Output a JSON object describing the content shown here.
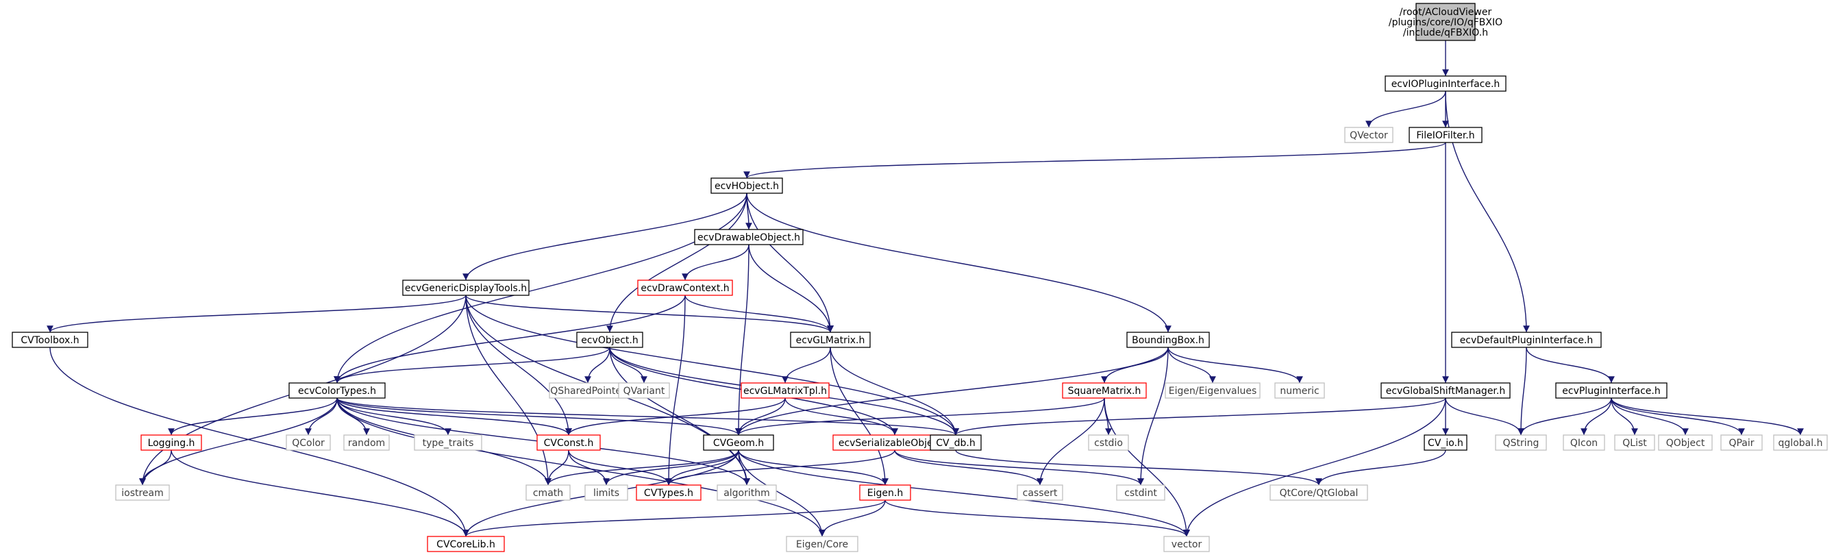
{
  "colors": {
    "edge": "#191970",
    "root_fill": "#bfbfbf",
    "red_border": "#ff0000",
    "gray_border": "#bfbfbf",
    "normal_border": "#000000"
  },
  "nodes": [
    {
      "id": "root",
      "lines": [
        "/root/ACloudViewer",
        "/plugins/core/IO/qFBXIO",
        "/include/qFBXIO.h"
      ],
      "style": "root"
    },
    {
      "id": "ecvIOPluginInterface",
      "lines": [
        "ecvIOPluginInterface.h"
      ],
      "style": "normal"
    },
    {
      "id": "QVector",
      "lines": [
        "QVector"
      ],
      "style": "gray"
    },
    {
      "id": "FileIOFilter",
      "lines": [
        "FileIOFilter.h"
      ],
      "style": "normal"
    },
    {
      "id": "ecvDefaultPluginInterface",
      "lines": [
        "ecvDefaultPluginInterface.h"
      ],
      "style": "normal"
    },
    {
      "id": "ecvHObject",
      "lines": [
        "ecvHObject.h"
      ],
      "style": "normal"
    },
    {
      "id": "ecvGlobalShiftManager",
      "lines": [
        "ecvGlobalShiftManager.h"
      ],
      "style": "normal"
    },
    {
      "id": "ecvDrawableObject",
      "lines": [
        "ecvDrawableObject.h"
      ],
      "style": "normal"
    },
    {
      "id": "ecvGenericDisplayTools",
      "lines": [
        "ecvGenericDisplayTools.h"
      ],
      "style": "normal"
    },
    {
      "id": "ecvDrawContext",
      "lines": [
        "ecvDrawContext.h"
      ],
      "style": "red"
    },
    {
      "id": "ecvObject",
      "lines": [
        "ecvObject.h"
      ],
      "style": "normal"
    },
    {
      "id": "ecvGLMatrix",
      "lines": [
        "ecvGLMatrix.h"
      ],
      "style": "normal"
    },
    {
      "id": "BoundingBox",
      "lines": [
        "BoundingBox.h"
      ],
      "style": "normal"
    },
    {
      "id": "CVToolbox",
      "lines": [
        "CVToolbox.h"
      ],
      "style": "normal"
    },
    {
      "id": "ecvColorTypes",
      "lines": [
        "ecvColorTypes.h"
      ],
      "style": "normal"
    },
    {
      "id": "QSharedPointer",
      "lines": [
        "QSharedPointer"
      ],
      "style": "gray"
    },
    {
      "id": "QVariant",
      "lines": [
        "QVariant"
      ],
      "style": "gray"
    },
    {
      "id": "ecvGLMatrixTpl",
      "lines": [
        "ecvGLMatrixTpl.h"
      ],
      "style": "red"
    },
    {
      "id": "SquareMatrix",
      "lines": [
        "SquareMatrix.h"
      ],
      "style": "red"
    },
    {
      "id": "EigenEigenvalues",
      "lines": [
        "Eigen/Eigenvalues"
      ],
      "style": "gray"
    },
    {
      "id": "numeric",
      "lines": [
        "numeric"
      ],
      "style": "gray"
    },
    {
      "id": "ecvPluginInterface",
      "lines": [
        "ecvPluginInterface.h"
      ],
      "style": "normal"
    },
    {
      "id": "Logging",
      "lines": [
        "Logging.h"
      ],
      "style": "red"
    },
    {
      "id": "QColor",
      "lines": [
        "QColor"
      ],
      "style": "gray"
    },
    {
      "id": "random",
      "lines": [
        "random"
      ],
      "style": "gray"
    },
    {
      "id": "type_traits",
      "lines": [
        "type_traits"
      ],
      "style": "gray"
    },
    {
      "id": "CVConst",
      "lines": [
        "CVConst.h"
      ],
      "style": "red"
    },
    {
      "id": "CVGeom",
      "lines": [
        "CVGeom.h"
      ],
      "style": "normal"
    },
    {
      "id": "ecvSerializableObject",
      "lines": [
        "ecvSerializableObject.h"
      ],
      "style": "red"
    },
    {
      "id": "CV_db",
      "lines": [
        "CV_db.h"
      ],
      "style": "normal"
    },
    {
      "id": "cstdio",
      "lines": [
        "cstdio"
      ],
      "style": "gray"
    },
    {
      "id": "CV_io",
      "lines": [
        "CV_io.h"
      ],
      "style": "normal"
    },
    {
      "id": "QString",
      "lines": [
        "QString"
      ],
      "style": "gray"
    },
    {
      "id": "QIcon",
      "lines": [
        "QIcon"
      ],
      "style": "gray"
    },
    {
      "id": "QList",
      "lines": [
        "QList"
      ],
      "style": "gray"
    },
    {
      "id": "QObject",
      "lines": [
        "QObject"
      ],
      "style": "gray"
    },
    {
      "id": "QPair",
      "lines": [
        "QPair"
      ],
      "style": "gray"
    },
    {
      "id": "qglobal",
      "lines": [
        "qglobal.h"
      ],
      "style": "gray"
    },
    {
      "id": "iostream",
      "lines": [
        "iostream"
      ],
      "style": "gray"
    },
    {
      "id": "cmath",
      "lines": [
        "cmath"
      ],
      "style": "gray"
    },
    {
      "id": "limits",
      "lines": [
        "limits"
      ],
      "style": "gray"
    },
    {
      "id": "CVTypes",
      "lines": [
        "CVTypes.h"
      ],
      "style": "red"
    },
    {
      "id": "algorithm",
      "lines": [
        "algorithm"
      ],
      "style": "gray"
    },
    {
      "id": "EigenH",
      "lines": [
        "Eigen.h"
      ],
      "style": "red"
    },
    {
      "id": "cassert",
      "lines": [
        "cassert"
      ],
      "style": "gray"
    },
    {
      "id": "cstdint",
      "lines": [
        "cstdint"
      ],
      "style": "gray"
    },
    {
      "id": "QtCoreQtGlobal",
      "lines": [
        "QtCore/QtGlobal"
      ],
      "style": "gray"
    },
    {
      "id": "CVCoreLib",
      "lines": [
        "CVCoreLib.h"
      ],
      "style": "red"
    },
    {
      "id": "EigenCore",
      "lines": [
        "Eigen/Core"
      ],
      "style": "gray"
    },
    {
      "id": "vector",
      "lines": [
        "vector"
      ],
      "style": "gray"
    }
  ],
  "edges": [
    [
      "root",
      "ecvIOPluginInterface"
    ],
    [
      "ecvIOPluginInterface",
      "QVector"
    ],
    [
      "ecvIOPluginInterface",
      "FileIOFilter"
    ],
    [
      "ecvIOPluginInterface",
      "ecvDefaultPluginInterface"
    ],
    [
      "FileIOFilter",
      "ecvHObject"
    ],
    [
      "FileIOFilter",
      "ecvGlobalShiftManager"
    ],
    [
      "ecvHObject",
      "ecvDrawableObject"
    ],
    [
      "ecvHObject",
      "ecvGenericDisplayTools"
    ],
    [
      "ecvHObject",
      "ecvObject"
    ],
    [
      "ecvHObject",
      "ecvGLMatrix"
    ],
    [
      "ecvHObject",
      "BoundingBox"
    ],
    [
      "ecvHObject",
      "ecvColorTypes"
    ],
    [
      "ecvDrawableObject",
      "ecvDrawContext"
    ],
    [
      "ecvDrawableObject",
      "ecvGLMatrix"
    ],
    [
      "ecvDrawableObject",
      "CVGeom"
    ],
    [
      "ecvGenericDisplayTools",
      "CVToolbox"
    ],
    [
      "ecvGenericDisplayTools",
      "ecvGLMatrix"
    ],
    [
      "ecvGenericDisplayTools",
      "CV_db"
    ],
    [
      "ecvGenericDisplayTools",
      "iostream"
    ],
    [
      "ecvGenericDisplayTools",
      "CVConst"
    ],
    [
      "ecvGenericDisplayTools",
      "cmath"
    ],
    [
      "ecvGenericDisplayTools",
      "algorithm"
    ],
    [
      "ecvDrawContext",
      "ecvGLMatrix"
    ],
    [
      "ecvDrawContext",
      "ecvColorTypes"
    ],
    [
      "ecvDrawContext",
      "CVTypes"
    ],
    [
      "ecvObject",
      "ecvColorTypes"
    ],
    [
      "ecvObject",
      "QSharedPointer"
    ],
    [
      "ecvObject",
      "QVariant"
    ],
    [
      "ecvObject",
      "ecvSerializableObject"
    ],
    [
      "ecvObject",
      "CV_db"
    ],
    [
      "ecvObject",
      "algorithm"
    ],
    [
      "ecvGLMatrix",
      "ecvGLMatrixTpl"
    ],
    [
      "ecvGLMatrix",
      "CV_db"
    ],
    [
      "ecvGLMatrix",
      "EigenH"
    ],
    [
      "ecvGLMatrixTpl",
      "ecvSerializableObject"
    ],
    [
      "ecvGLMatrixTpl",
      "CVGeom"
    ],
    [
      "ecvGLMatrixTpl",
      "CVConst"
    ],
    [
      "BoundingBox",
      "SquareMatrix"
    ],
    [
      "BoundingBox",
      "EigenEigenvalues"
    ],
    [
      "BoundingBox",
      "numeric"
    ],
    [
      "BoundingBox",
      "CVGeom"
    ],
    [
      "BoundingBox",
      "cstdint"
    ],
    [
      "SquareMatrix",
      "CVGeom"
    ],
    [
      "SquareMatrix",
      "cstdio"
    ],
    [
      "SquareMatrix",
      "cassert"
    ],
    [
      "SquareMatrix",
      "vector"
    ],
    [
      "CVToolbox",
      "CVCoreLib"
    ],
    [
      "ecvColorTypes",
      "Logging"
    ],
    [
      "ecvColorTypes",
      "QColor"
    ],
    [
      "ecvColorTypes",
      "random"
    ],
    [
      "ecvColorTypes",
      "type_traits"
    ],
    [
      "ecvColorTypes",
      "CVConst"
    ],
    [
      "ecvColorTypes",
      "CVGeom"
    ],
    [
      "ecvColorTypes",
      "CV_db"
    ],
    [
      "ecvColorTypes",
      "iostream"
    ],
    [
      "ecvColorTypes",
      "cmath"
    ],
    [
      "ecvColorTypes",
      "algorithm"
    ],
    [
      "ecvColorTypes",
      "EigenCore"
    ],
    [
      "Logging",
      "iostream"
    ],
    [
      "Logging",
      "CVCoreLib"
    ],
    [
      "CVConst",
      "cmath"
    ],
    [
      "CVConst",
      "limits"
    ],
    [
      "CVConst",
      "CVTypes"
    ],
    [
      "CVGeom",
      "cmath"
    ],
    [
      "CVGeom",
      "limits"
    ],
    [
      "CVGeom",
      "CVTypes"
    ],
    [
      "CVGeom",
      "algorithm"
    ],
    [
      "CVGeom",
      "EigenH"
    ],
    [
      "CVGeom",
      "EigenCore"
    ],
    [
      "CVGeom",
      "vector"
    ],
    [
      "CVGeom",
      "CVCoreLib"
    ],
    [
      "ecvSerializableObject",
      "CVTypes"
    ],
    [
      "ecvSerializableObject",
      "cassert"
    ],
    [
      "ecvSerializableObject",
      "cstdint"
    ],
    [
      "CV_db",
      "QtCoreQtGlobal"
    ],
    [
      "ecvGlobalShiftManager",
      "CV_db"
    ],
    [
      "ecvGlobalShiftManager",
      "CV_io"
    ],
    [
      "ecvGlobalShiftManager",
      "QString"
    ],
    [
      "ecvGlobalShiftManager",
      "vector"
    ],
    [
      "CV_io",
      "QtCoreQtGlobal"
    ],
    [
      "ecvDefaultPluginInterface",
      "QString"
    ],
    [
      "ecvDefaultPluginInterface",
      "ecvPluginInterface"
    ],
    [
      "ecvPluginInterface",
      "QString"
    ],
    [
      "ecvPluginInterface",
      "QIcon"
    ],
    [
      "ecvPluginInterface",
      "QList"
    ],
    [
      "ecvPluginInterface",
      "QObject"
    ],
    [
      "ecvPluginInterface",
      "QPair"
    ],
    [
      "ecvPluginInterface",
      "qglobal"
    ],
    [
      "EigenH",
      "CVCoreLib"
    ],
    [
      "EigenH",
      "EigenCore"
    ],
    [
      "EigenH",
      "vector"
    ]
  ]
}
